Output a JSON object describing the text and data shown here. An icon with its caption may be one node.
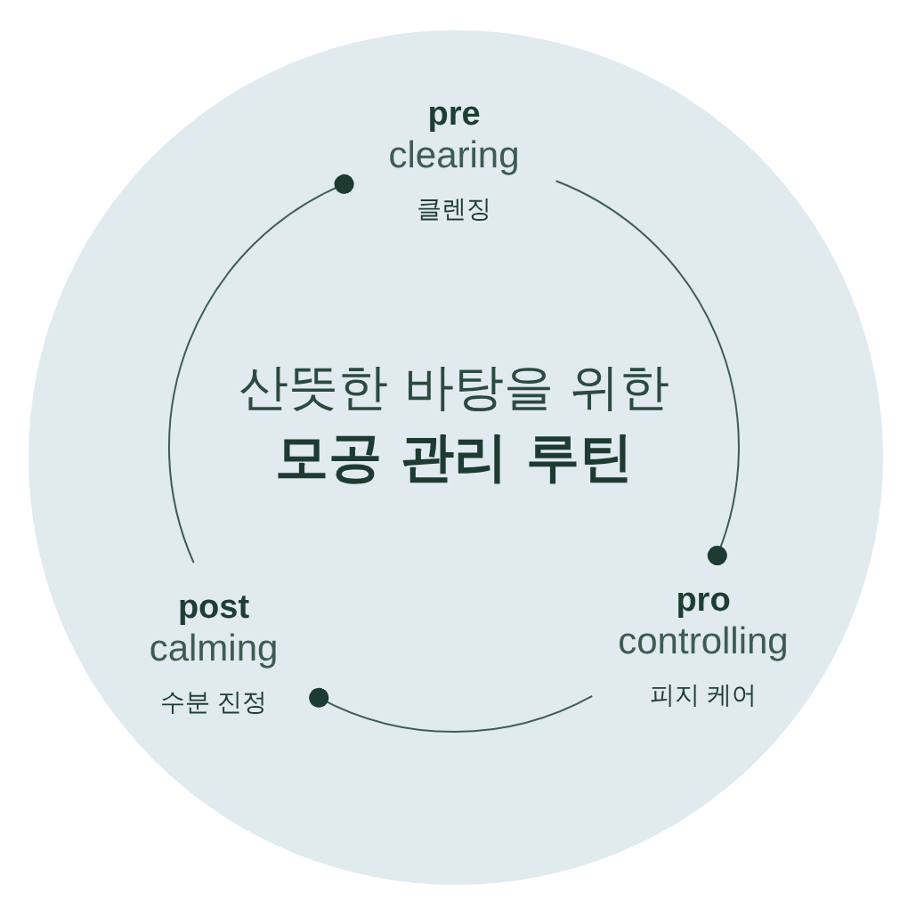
{
  "diagram": {
    "nodes": [
      {
        "text": [
          "산뜻한 바탕을 위한",
          "모공 관리 루틴"
        ]
      },
      {
        "text": [
          "pre",
          "clearing",
          "클렌징"
        ],
        "in": 0
      },
      {
        "text": [
          "pro",
          "controlling",
          "피지 케어"
        ],
        "in": 0
      },
      {
        "text": [
          "post",
          "calming",
          "수분 진정"
        ],
        "in": 0
      }
    ],
    "edges": [
      {
        "from": 1,
        "to": 2,
        "arrow": "other"
      },
      {
        "from": 2,
        "to": 3,
        "arrow": "other"
      },
      {
        "from": 3,
        "to": 1,
        "arrow": "other"
      }
    ]
  }
}
